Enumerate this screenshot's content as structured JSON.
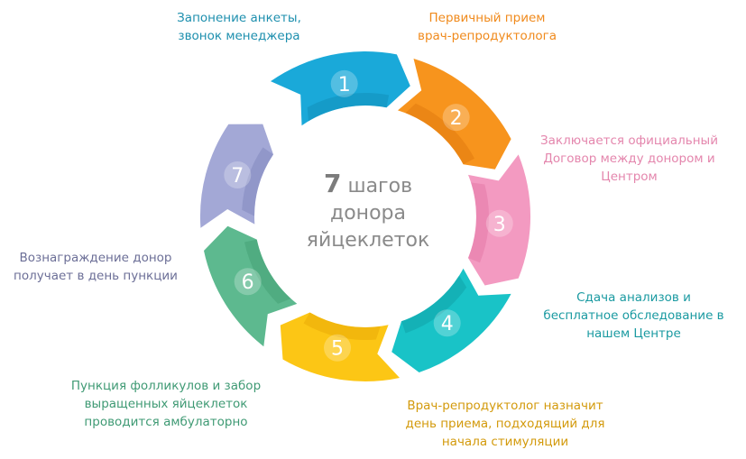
{
  "center": {
    "number": "7",
    "line1": "шагов",
    "line2": "донора",
    "line3": "яйцеклеток"
  },
  "steps": [
    {
      "n": "1",
      "color": "#1aa9d9",
      "dark": "#128fba",
      "lines": [
        "Запонение анкеты,",
        "звонок менеджера"
      ],
      "label_color": "#1d8fae"
    },
    {
      "n": "2",
      "color": "#f7941d",
      "dark": "#e27a0f",
      "lines": [
        "Первичный прием",
        "врач-репродуктолога"
      ],
      "label_color": "#f08a1c"
    },
    {
      "n": "3",
      "color": "#f39ac1",
      "dark": "#e37aa7",
      "lines": [
        "Заключается официальный",
        "Договор между донором и",
        "Центром"
      ],
      "label_color": "#e486ad"
    },
    {
      "n": "4",
      "color": "#19c3c7",
      "dark": "#10a3a8",
      "lines": [
        "Сдача анализов и",
        "бесплатное обследование в",
        "нашем Центре"
      ],
      "label_color": "#1a9aa1"
    },
    {
      "n": "5",
      "color": "#fcc615",
      "dark": "#e9ab07",
      "lines": [
        "Врач-репродуктолог назначит",
        "день приема,  подходящий для",
        "начала стимуляции"
      ],
      "label_color": "#d39a0c"
    },
    {
      "n": "6",
      "color": "#5db98f",
      "dark": "#45a277",
      "lines": [
        "Пункция фолликулов и забор",
        "выращенных яйцеклеток",
        "проводится амбулаторно"
      ],
      "label_color": "#3f9a74"
    },
    {
      "n": "7",
      "color": "#a3a8d6",
      "dark": "#8488c0",
      "lines": [
        "Вознаграждение донор",
        "получает в день пункции"
      ],
      "label_color": "#6c6f97"
    }
  ]
}
